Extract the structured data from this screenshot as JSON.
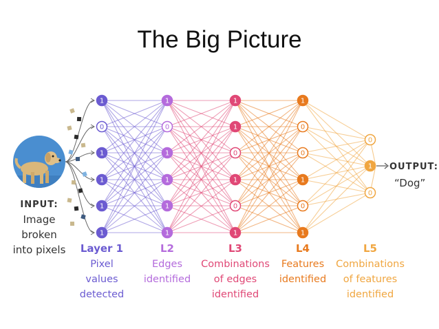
{
  "title": "The Big Picture",
  "input": {
    "heading": "INPUT:",
    "lines": [
      "Image",
      "broken",
      "into pixels"
    ],
    "icon": "dog-photo-icon"
  },
  "output": {
    "heading": "OUTPUT:",
    "value": "“Dog”"
  },
  "layers": [
    {
      "name": "Layer 1",
      "desc": [
        "Pixel",
        "values",
        "detected"
      ],
      "color": "#6b5bd1",
      "nodes": [
        "1",
        "0",
        "1",
        "1",
        "1",
        "1"
      ]
    },
    {
      "name": "L2",
      "desc": [
        "Edges",
        "identified"
      ],
      "color": "#b46bdc",
      "nodes": [
        "1",
        "0",
        "1",
        "1",
        "1",
        "1"
      ]
    },
    {
      "name": "L3",
      "desc": [
        "Combinations",
        "of edges",
        "identified"
      ],
      "color": "#e04876",
      "nodes": [
        "1",
        "1",
        "0",
        "1",
        "0",
        "1"
      ]
    },
    {
      "name": "L4",
      "desc": [
        "Features",
        "identified"
      ],
      "color": "#e87a1e",
      "nodes": [
        "1",
        "0",
        "0",
        "1",
        "0",
        "1"
      ]
    },
    {
      "name": "L5",
      "desc": [
        "Combinations",
        "of features",
        "identified"
      ],
      "color": "#f0a640",
      "nodes": [
        "0",
        "1",
        "0"
      ]
    }
  ],
  "colors": {
    "input_label": "#333333",
    "pixel_colors": [
      "#c9b88e",
      "#2b2b2b",
      "#7fb2e0",
      "#3d5a80"
    ]
  }
}
